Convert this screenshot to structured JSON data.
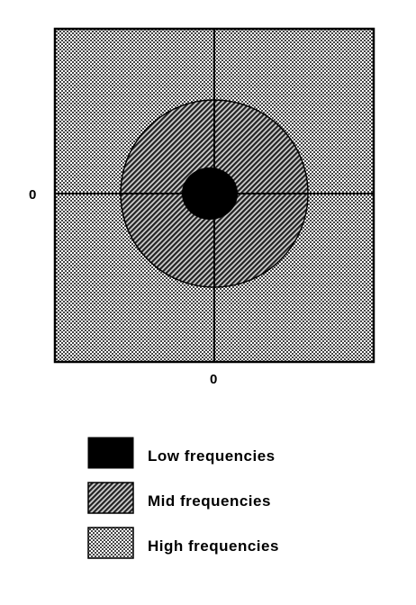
{
  "diagram": {
    "axis_labels": {
      "vertical_origin": "0",
      "horizontal_origin": "0"
    },
    "regions": [
      {
        "key": "high",
        "color": "#bdbdbd"
      },
      {
        "key": "mid",
        "color": "#555555"
      },
      {
        "key": "low",
        "color": "#000000"
      }
    ]
  },
  "legend": {
    "items": [
      {
        "label": "Low frequencies",
        "pattern": "solid-black"
      },
      {
        "label": "Mid frequencies",
        "pattern": "diagonal-hatch"
      },
      {
        "label": "High frequencies",
        "pattern": "fine-dots"
      }
    ]
  }
}
